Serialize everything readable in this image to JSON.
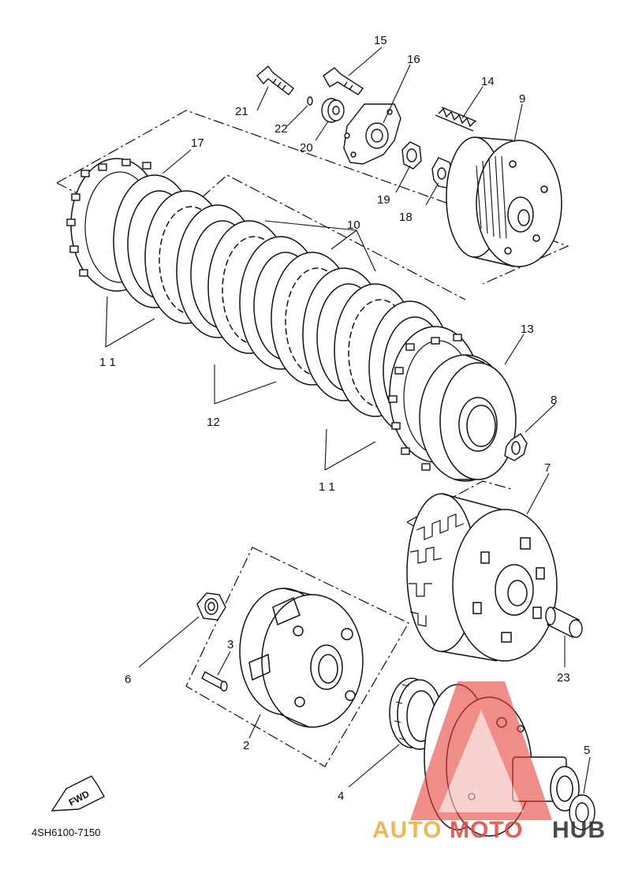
{
  "diagram": {
    "part_code": "4SH6100-7150",
    "fwd_label": "FWD",
    "callouts": {
      "c2": "2",
      "c3": "3",
      "c4": "4",
      "c5": "5",
      "c6": "6",
      "c7": "7",
      "c8": "8",
      "c9": "9",
      "c10": "10",
      "c11a": "1 1",
      "c11b": "1 1",
      "c12": "12",
      "c13": "13",
      "c14": "14",
      "c15": "15",
      "c16": "16",
      "c17": "17",
      "c18": "18",
      "c19": "19",
      "c20": "20",
      "c21": "21",
      "c22": "22",
      "c23": "23"
    }
  },
  "watermark": {
    "text_auto": "AUTO",
    "text_moto": "MOTO",
    "text_hub": "HUB",
    "colors": {
      "orange": "#f2a93b",
      "red": "#e8413a",
      "dark": "#2b2b2b"
    }
  }
}
